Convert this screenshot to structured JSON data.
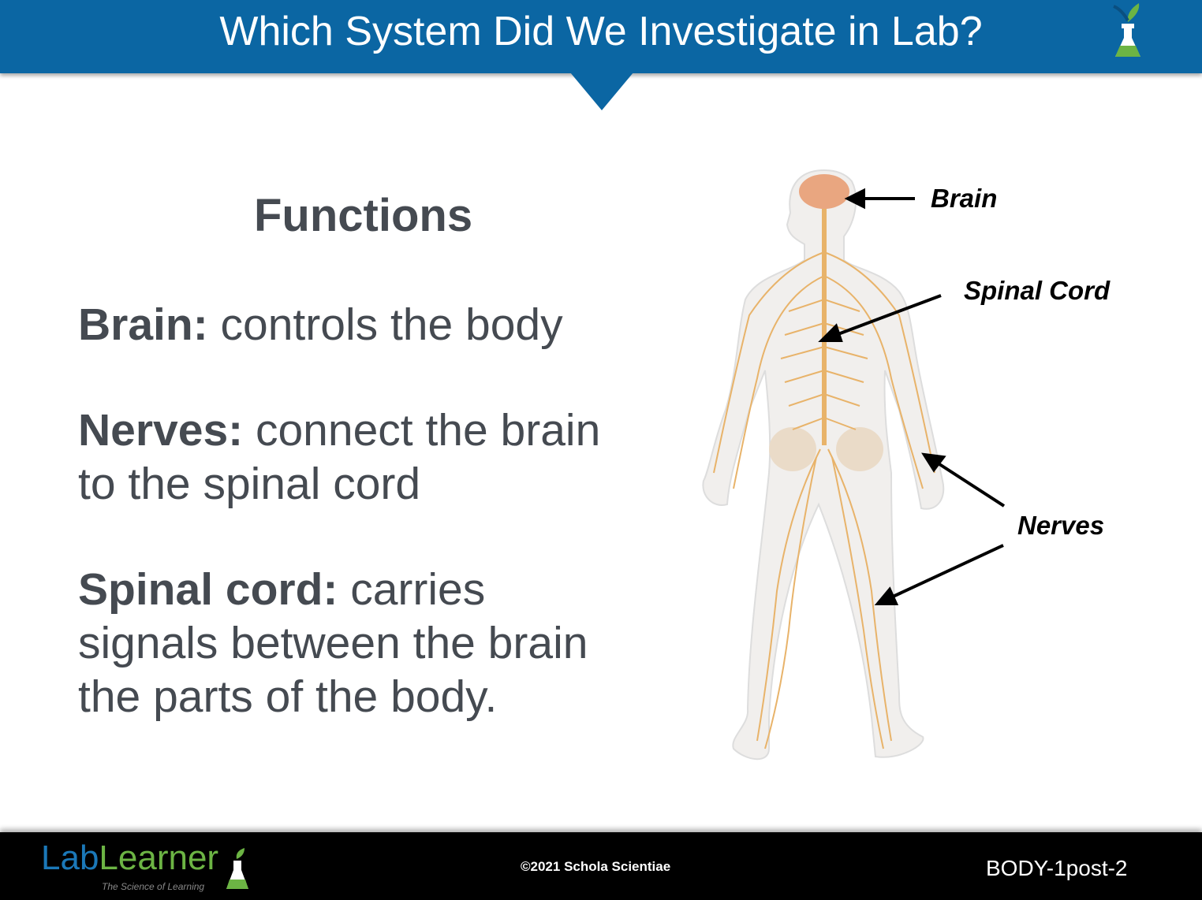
{
  "header": {
    "title": "Which System Did We Investigate in Lab?",
    "icon": "flask-icon"
  },
  "content": {
    "heading": "Functions",
    "items": [
      {
        "term": "Brain:",
        "desc": " controls the body"
      },
      {
        "term": "Nerves:",
        "desc": " connect the brain",
        "desc2": "to the spinal cord"
      },
      {
        "term": "Spinal cord:",
        "desc": " carries",
        "desc2": "signals between the brain",
        "desc3": "the parts of the body."
      }
    ]
  },
  "diagram": {
    "labels": {
      "brain": "Brain",
      "spinal_cord": "Spinal Cord",
      "nerves": "Nerves"
    }
  },
  "footer": {
    "logo_lab": "Lab",
    "logo_learner": "Learner",
    "tagline": "The Science of Learning",
    "copyright": "©2021 Schola Scientiae",
    "slide_code": "BODY-1post-2"
  },
  "colors": {
    "header": "#0b66a3",
    "text": "#454a51",
    "nerve": "#e8b36a"
  }
}
